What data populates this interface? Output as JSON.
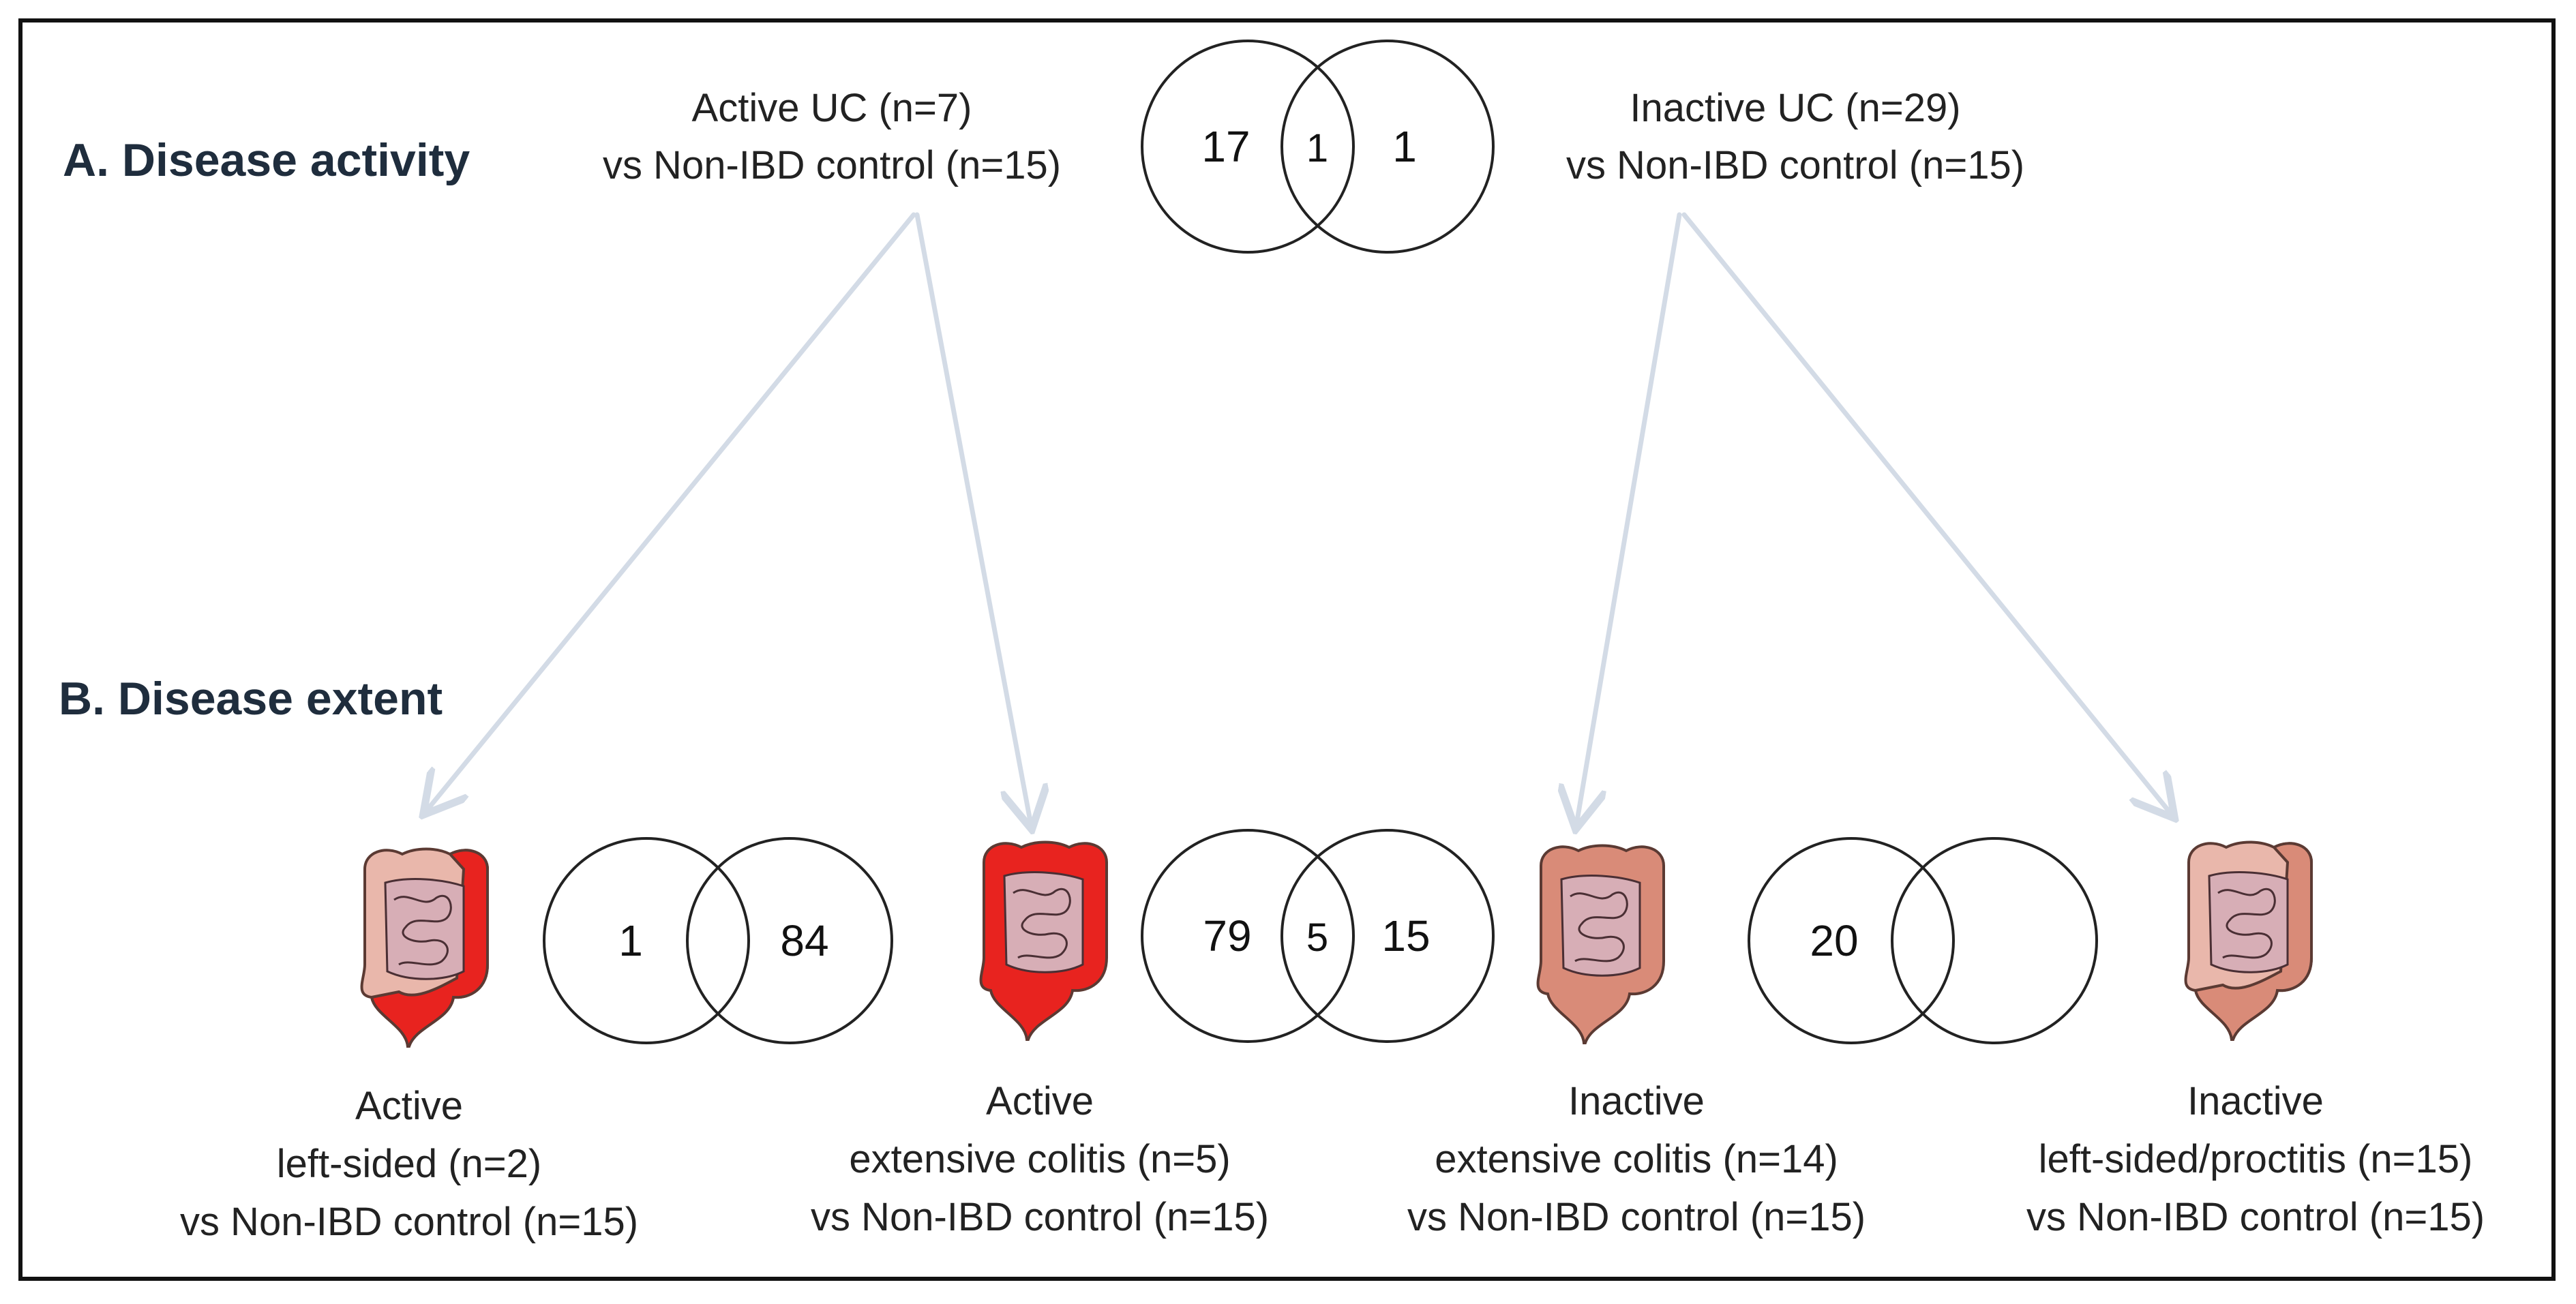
{
  "sections": {
    "activity_title": "A. Disease activity",
    "extent_title": "B. Disease extent"
  },
  "top": {
    "left_label": [
      "Active UC (n=7)",
      "vs Non-IBD control (n=15)"
    ],
    "right_label": [
      "Inactive UC (n=29)",
      "vs Non-IBD control (n=15)"
    ],
    "venn": {
      "left": "17",
      "overlap": "1",
      "right": "1"
    }
  },
  "bottom": {
    "groups": [
      {
        "lines": [
          "Active",
          "left-sided (n=2)",
          "vs Non-IBD control (n=15)"
        ],
        "colon": "active-left-sided-colon"
      },
      {
        "lines": [
          "Active",
          "extensive colitis (n=5)",
          "vs Non-IBD control (n=15)"
        ],
        "colon": "active-extensive-colon"
      },
      {
        "lines": [
          "Inactive",
          "extensive colitis (n=14)",
          "vs Non-IBD control (n=15)"
        ],
        "colon": "inactive-extensive-colon"
      },
      {
        "lines": [
          "Inactive",
          "left-sided/proctitis (n=15)",
          "vs Non-IBD control (n=15)"
        ],
        "colon": "inactive-left-sided-colon"
      }
    ],
    "venns": [
      {
        "left": "1",
        "overlap": "",
        "right": "84"
      },
      {
        "left": "79",
        "overlap": "5",
        "right": "15"
      },
      {
        "left": "20",
        "overlap": "",
        "right": ""
      }
    ]
  },
  "colors": {
    "active_red": "#e8231f",
    "inactive_pink": "#d98b78",
    "colon_tissue": "#e9b7ab",
    "arrow": "#d3dbe6",
    "border": "#111111"
  }
}
